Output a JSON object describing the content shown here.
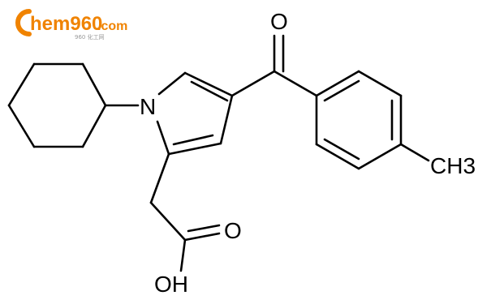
{
  "watermark": {
    "logo_letter": "C",
    "logo_text": "hem960",
    "logo_tld": ".com",
    "subtitle": "960 化工网",
    "brand_color": "#f08300"
  },
  "molecule": {
    "atom_labels": {
      "nitrogen": "N",
      "ketone_oxygen": "O",
      "acid_carbonyl_oxygen": "O",
      "hydroxyl": "OH",
      "methyl": "CH3"
    }
  }
}
